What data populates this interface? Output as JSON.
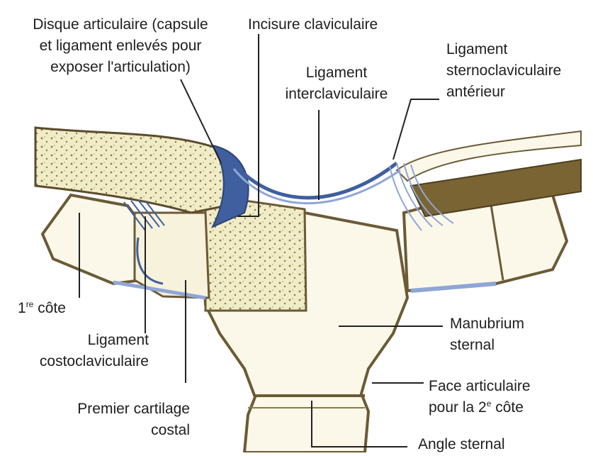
{
  "labels": {
    "disque": [
      "Disque articulaire (capsule",
      "et ligament enlevés pour",
      "exposer l'articulation)"
    ],
    "incisure": "Incisure claviculaire",
    "lig_inter": [
      "Ligament",
      "interclaviculaire"
    ],
    "lig_sterno": [
      "Ligament",
      "sternoclaviculaire",
      "antérieur"
    ],
    "premiere_cote": {
      "main": "1",
      "sup": "re",
      "rest": " côte"
    },
    "lig_costo": [
      "Ligament",
      "costoclaviculaire"
    ],
    "premier_cartilage": [
      "Premier cartilage",
      "costal"
    ],
    "manubrium": [
      "Manubrium",
      "sternal"
    ],
    "face_articulaire": {
      "line1": "Face articulaire",
      "line2_main": "pour la 2",
      "line2_sup": "e",
      "line2_rest": " côte"
    },
    "angle_sternal": "Angle sternal"
  },
  "colors": {
    "bone_fill": "#f1ecc8",
    "bone_dot": "#8a7a45",
    "bone_edge": "#6b5a35",
    "cartilage": "#f6f2dc",
    "ligament": "#3f5f9e",
    "ligament_light": "#8fa6d6",
    "clavicle_dark": "#7a6434",
    "leader": "#222222"
  }
}
